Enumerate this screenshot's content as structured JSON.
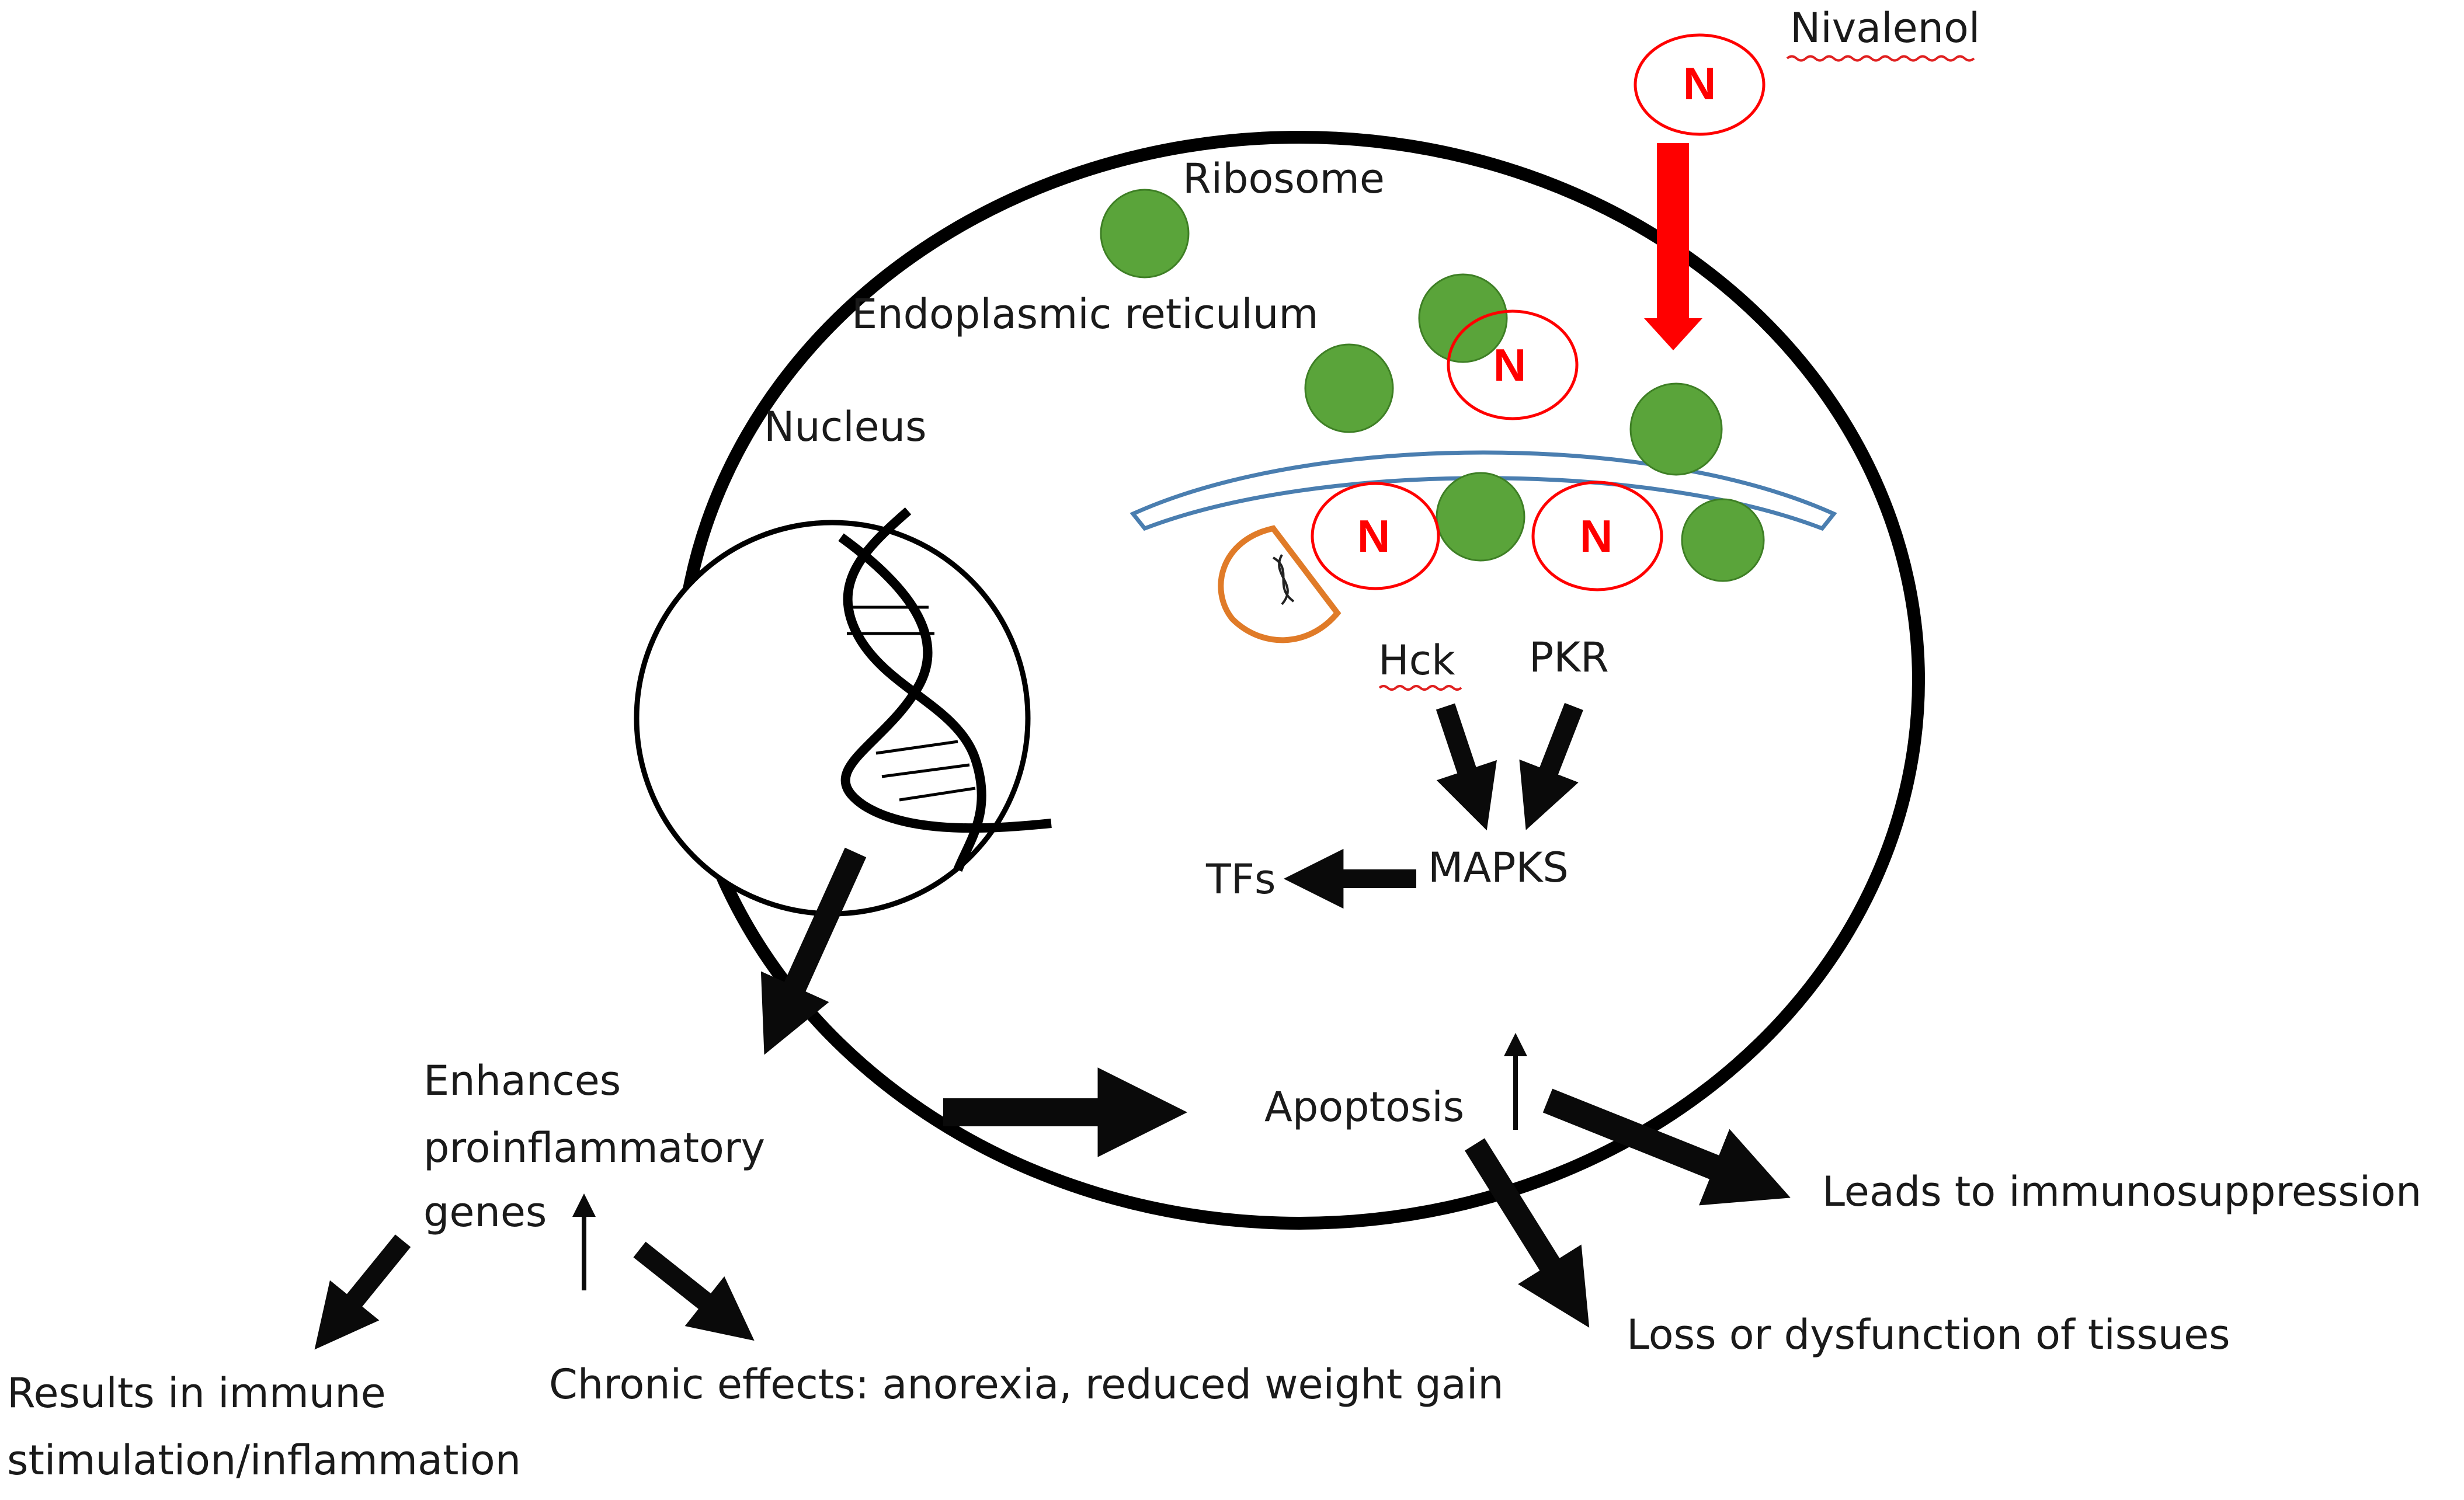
{
  "colors": {
    "cell_outline": "#000000",
    "toxin": "#ff0000",
    "ribosome": "#5aa43a",
    "ribosome_edge": "#3e7f25",
    "er": "#4a7eb0",
    "mitochondrion": "#e07b28",
    "arrow": "#0a0a0a",
    "spellcheck": "#e02020"
  },
  "icons": {
    "ribosome": "green-circle",
    "toxin": "red-ellipse-with-N",
    "dna": "double-helix",
    "mitochondrion": "orange-crescent-with-dna"
  },
  "labels": {
    "nivalenol": "Nivalenol",
    "ribosome": "Ribosome",
    "endoplasmic_reticulum": "Endoplasmic reticulum",
    "nucleus": "Nucleus",
    "hck": "Hck",
    "pkr": "PKR",
    "mapks": "MAPKS",
    "tfs": "TFs",
    "apoptosis": "Apoptosis",
    "enhances_line1": "Enhances",
    "enhances_line2": "proinflammatory",
    "enhances_line3": "genes",
    "immune_line1": "Results in immune",
    "immune_line2": "stimulation/inflammation",
    "chronic": "Chronic effects: anorexia, reduced weight gain",
    "loss": "Loss or dysfunction of tissues",
    "immunosuppression": "Leads to immunosuppression",
    "toxin_symbol": "N"
  }
}
